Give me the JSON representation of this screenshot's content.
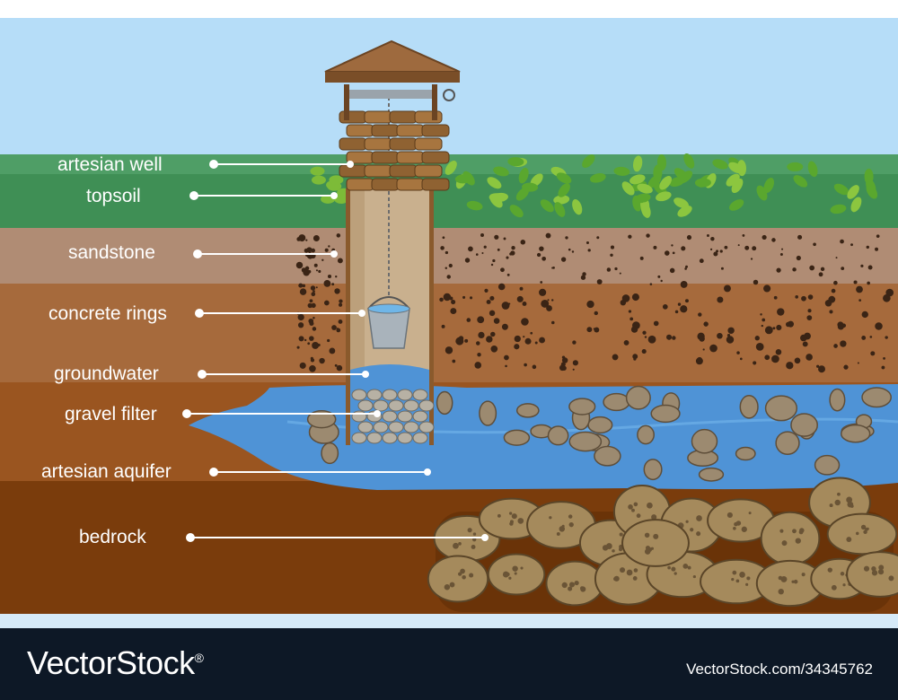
{
  "labels": {
    "artesian_well": "artesian well",
    "topsoil": "topsoil",
    "sandstone": "sandstone",
    "concrete_rings": "concrete rings",
    "groundwater": "groundwater",
    "gravel_filter": "gravel filter",
    "artesian_aquifer": "artesian aquifer",
    "bedrock": "bedrock"
  },
  "watermark": {
    "brand": "VectorStock",
    "registered": "®",
    "url": "VectorStock.com/34345762"
  },
  "colors": {
    "sky": "#b6ddf8",
    "topsoil": "#3f8f55",
    "sandstone": "#b08c74",
    "clay": "#a66a3c",
    "aquifer_soil": "#9a5520",
    "bedrock": "#7a3c0c",
    "water": "#4f93d6",
    "well_wood": "#8a5a2c",
    "footer": "#0d1826"
  }
}
